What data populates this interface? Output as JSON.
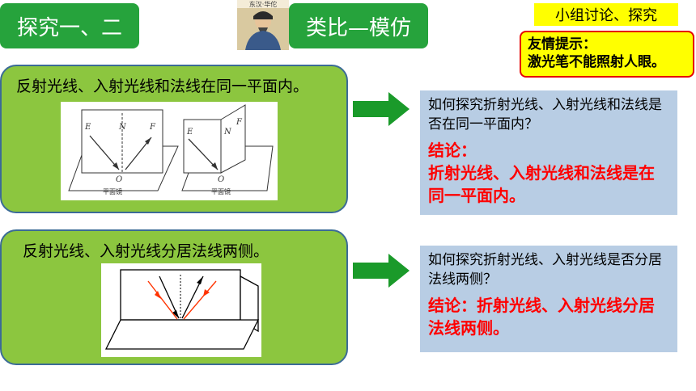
{
  "header": {
    "tab_left": "探究一、二",
    "tab_right": "类比—模仿",
    "portrait_caption": "东汉·华佗",
    "discussion_tag": "小组讨论、探究",
    "tip_title": "友情提示：",
    "tip_body": "激光笔不能照射人眼。"
  },
  "section1": {
    "panel_text": "反射光线、入射光线和法线在同一平面内。",
    "figure": {
      "label_E": "E",
      "label_N": "N",
      "label_F": "F",
      "label_O": "O",
      "mirror_label": "平面镜"
    },
    "question": "如何探究折射光线、入射光线和法线是否在同一平面内？",
    "conclusion_title": "结论：",
    "conclusion_body": "折射光线、入射光线和法线是在同一平面内。"
  },
  "section2": {
    "panel_text": "反射光线、入射光线分居法线两侧。",
    "question": "如何探究折射光线、入射光线是否分居法线两侧？",
    "conclusion": "结论：折射光线、入射光线分居法线两侧。"
  },
  "colors": {
    "tab_green": "#26a33c",
    "panel_green": "#8cc63f",
    "arrow_green": "#1a9a2a",
    "box_blue": "#b8cde4",
    "conclusion_red": "#ff0000",
    "tag_yellow": "#ffff00"
  }
}
